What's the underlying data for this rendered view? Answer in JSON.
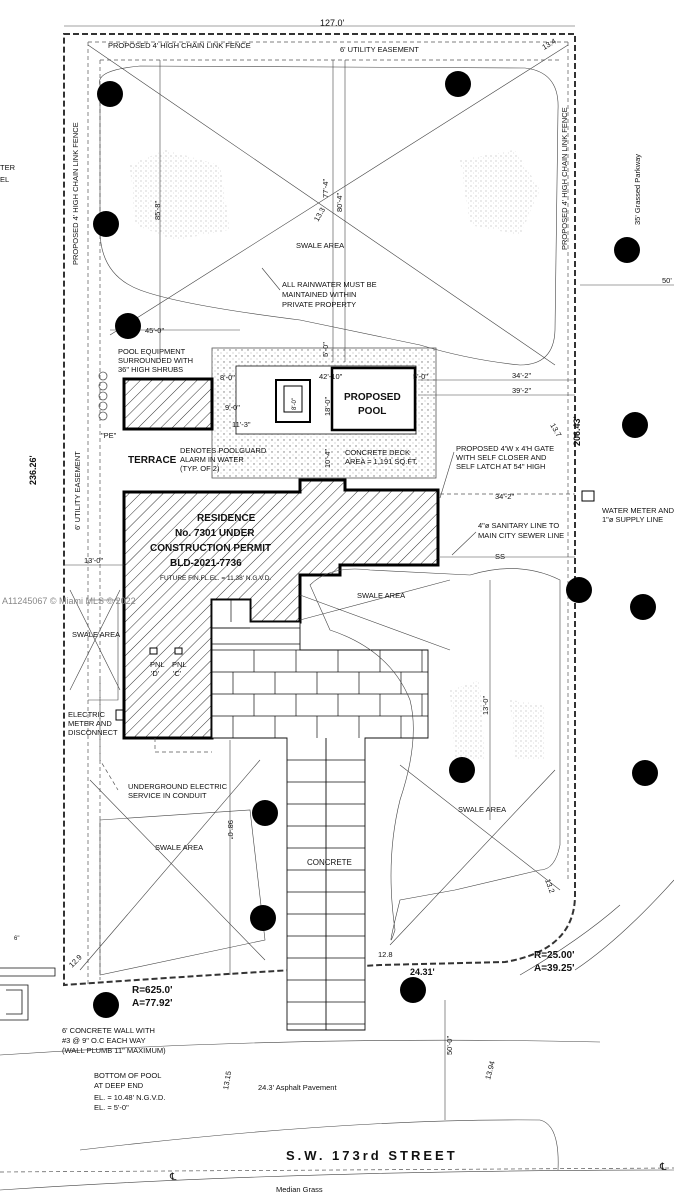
{
  "dimensions": {
    "top": "127.0'",
    "left": "236.26'",
    "right": "206.43'",
    "front_arc": "24.31'",
    "house_to_rear": "85'-8\"",
    "pool_to_rear": "77'-4\"",
    "front_setback": "98'-0\"",
    "drive": "50'-0\"",
    "side_left": "13'-0\"",
    "side_right": "34'-2\"",
    "pool_right": "39'-2\"",
    "pool_front_right": "34'-2\"",
    "pool_width": "42'-10\"",
    "pool_left": "8'-0\"",
    "pool_dim_right": "5'-0\"",
    "pool_depth": "18'-0\"",
    "deck_offset": "10'-4\"",
    "spa_a": "9'-0\"",
    "spa_b": "11'-3\"",
    "spa_c": "8'-0\"",
    "rear_45": "45'-0\"",
    "right_dims": "13.7",
    "east_swale": "13'-0\"",
    "r1": "13.4",
    "r2": "13.2",
    "r3": "13.2",
    "r4": "12.8",
    "r5": "12.9",
    "road_a": "13.15",
    "road_b": "13.94"
  },
  "labels": {
    "fence_top": "PROPOSED 4' HIGH CHAIN LINK FENCE",
    "fence_left": "PROPOSED 4' HIGH CHAIN LINK FENCE",
    "fence_right": "PROPOSED 4' HIGH CHAIN LINK FENCE",
    "utility_top": "6' UTILITY EASEMENT",
    "utility_left": "6' UTILITY EASEMENT",
    "grassed_parkway": "35' Grassed Parkway",
    "swale": "SWALE AREA",
    "rain_1": "ALL RAINWATER MUST BE",
    "rain_2": "MAINTAINED WITHIN",
    "rain_3": "PRIVATE PROPERTY",
    "pool_eq_1": "POOL EQUIPMENT",
    "pool_eq_2": "SURROUNDED WITH",
    "pool_eq_3": "36\" HIGH SHRUBS",
    "pool_1": "PROPOSED",
    "pool_2": "POOL",
    "terrace": "TERRACE",
    "pe": "\"PE\"",
    "alarm_1": "DENOTES POOLGUARD",
    "alarm_2": "ALARM IN WATER",
    "alarm_3": "(TYP. OF 2)",
    "deck_1": "CONCRETE DECK",
    "deck_2": "AREA = 1,191 SQ.FT.",
    "gate_1": "PROPOSED 4'W x 4'H GATE",
    "gate_2": "WITH SELF CLOSER AND",
    "gate_3": "SELF LATCH AT 54\" HIGH",
    "res_1": "RESIDENCE",
    "res_2": "No. 7301 UNDER",
    "res_3": "CONSTRUCTION PERMIT",
    "res_4": "BLD-2021-7736",
    "res_5": "FUTURE FIN.FL.EL. = 11.38' N.G.V.D.",
    "water_1": "WATER METER AND",
    "water_2": "1\"ø SUPPLY LINE",
    "sewer_1": "4\"ø SANITARY LINE TO",
    "sewer_2": "MAIN CITY SEWER LINE",
    "ss": "SS",
    "pnl_d": "PNL",
    "pnl_d2": "'D'",
    "pnl_c": "PNL",
    "pnl_c2": "'C'",
    "elec_1": "ELECTRIC",
    "elec_2": "METER AND",
    "elec_3": "DISCONNECT",
    "ug_1": "UNDERGROUND ELECTRIC",
    "ug_2": "SERVICE IN CONDUIT",
    "concrete": "CONCRETE",
    "r_left_1": "R=625.0'",
    "r_left_2": "A=77.92'",
    "r_right_1": "R=25.00'",
    "r_right_2": "A=39.25'",
    "wall_1": "6' CONCRETE WALL WITH",
    "wall_2": "#3 @ 9\" O.C EACH WAY",
    "wall_3": "(WALL PLUMB 11\" MAXIMUM)",
    "bottom_1": "BOTTOM OF POOL",
    "bottom_2": "AT DEEP END",
    "bottom_3": "EL. = 10.48' N.G.V.D.",
    "bottom_4": "EL. = 5'-0\"",
    "asphalt": "24.3' Asphalt Pavement",
    "street": "S.W. 173rd STREET",
    "median": "Median Grass",
    "right_50": "50'",
    "watermark": "A11245067 © Miami MLS © 2022",
    "cut_1": "TER",
    "cut_2": "EL"
  },
  "icons": {
    "tree": "tree-symbol-icon",
    "centerline": "centerline-icon"
  }
}
